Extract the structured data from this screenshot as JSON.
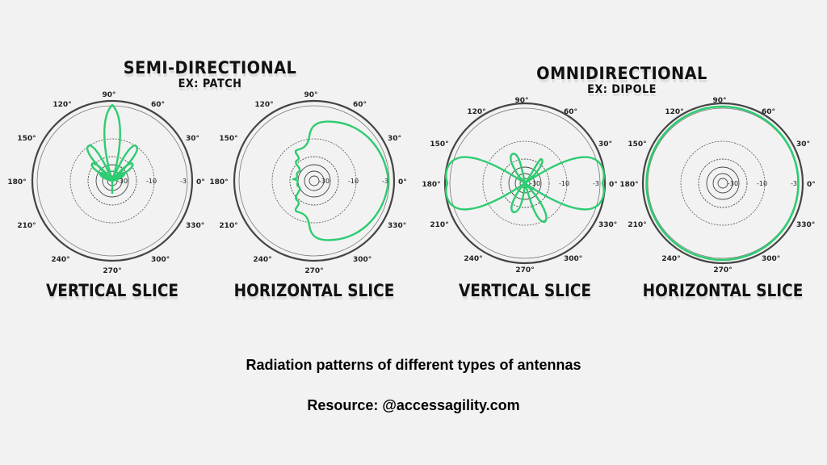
{
  "groups": [
    {
      "title": "SEMI-DIRECTIONAL",
      "subtitle": "EX: PATCH"
    },
    {
      "title": "OMNIDIRECTIONAL",
      "subtitle": "EX: DIPOLE"
    }
  ],
  "charts": [
    {
      "label": "VERTICAL SLICE",
      "group": "SEMI-DIRECTIONAL"
    },
    {
      "label": "HORIZONTAL SLICE",
      "group": "SEMI-DIRECTIONAL"
    },
    {
      "label": "VERTICAL SLICE",
      "group": "OMNIDIRECTIONAL"
    },
    {
      "label": "HORIZONTAL SLICE",
      "group": "OMNIDIRECTIONAL"
    }
  ],
  "angle_labels": [
    "0°",
    "30°",
    "60°",
    "90°",
    "120°",
    "150°",
    "180°",
    "210°",
    "240°",
    "270°",
    "300°",
    "330°"
  ],
  "db_labels": [
    "-30",
    "-10",
    "-3"
  ],
  "colors": {
    "pattern": "#2ecc71",
    "grid": "#333333",
    "background": "#f2f2f2"
  },
  "captions": {
    "line1": "Radiation patterns of different types of antennas",
    "line2": "Resource: @accessagility.com"
  },
  "chart_data": [
    {
      "type": "polar",
      "title": "SEMI-DIRECTIONAL (EX: PATCH) - VERTICAL SLICE",
      "angular_ticks": [
        0,
        30,
        60,
        90,
        120,
        150,
        180,
        210,
        240,
        270,
        300,
        330
      ],
      "radial_ticks_db": [
        -30,
        -10,
        -3
      ],
      "description": "Narrow main lobe toward 90°, several smaller side lobes between 45° and 135°"
    },
    {
      "type": "polar",
      "title": "SEMI-DIRECTIONAL (EX: PATCH) - HORIZONTAL SLICE",
      "angular_ticks": [
        0,
        30,
        60,
        90,
        120,
        150,
        180,
        210,
        240,
        270,
        300,
        330
      ],
      "radial_ticks_db": [
        -30,
        -10,
        -3
      ],
      "description": "Broad main lobe toward 0° spanning roughly 300°-60°, small rippled back lobes toward 180°"
    },
    {
      "type": "polar",
      "title": "OMNIDIRECTIONAL (EX: DIPOLE) - VERTICAL SLICE",
      "angular_ticks": [
        0,
        30,
        60,
        90,
        120,
        150,
        180,
        210,
        240,
        270,
        300,
        330
      ],
      "radial_ticks_db": [
        -30,
        -10,
        -3
      ],
      "description": "Figure-eight pattern with main lobes toward 0° and 180°, small side lobes near 90° and 270°"
    },
    {
      "type": "polar",
      "title": "OMNIDIRECTIONAL (EX: DIPOLE) - HORIZONTAL SLICE",
      "angular_ticks": [
        0,
        30,
        60,
        90,
        120,
        150,
        180,
        210,
        240,
        270,
        300,
        330
      ],
      "radial_ticks_db": [
        -30,
        -10,
        -3
      ],
      "description": "Near-circular pattern at about -1 dB in all directions"
    }
  ]
}
